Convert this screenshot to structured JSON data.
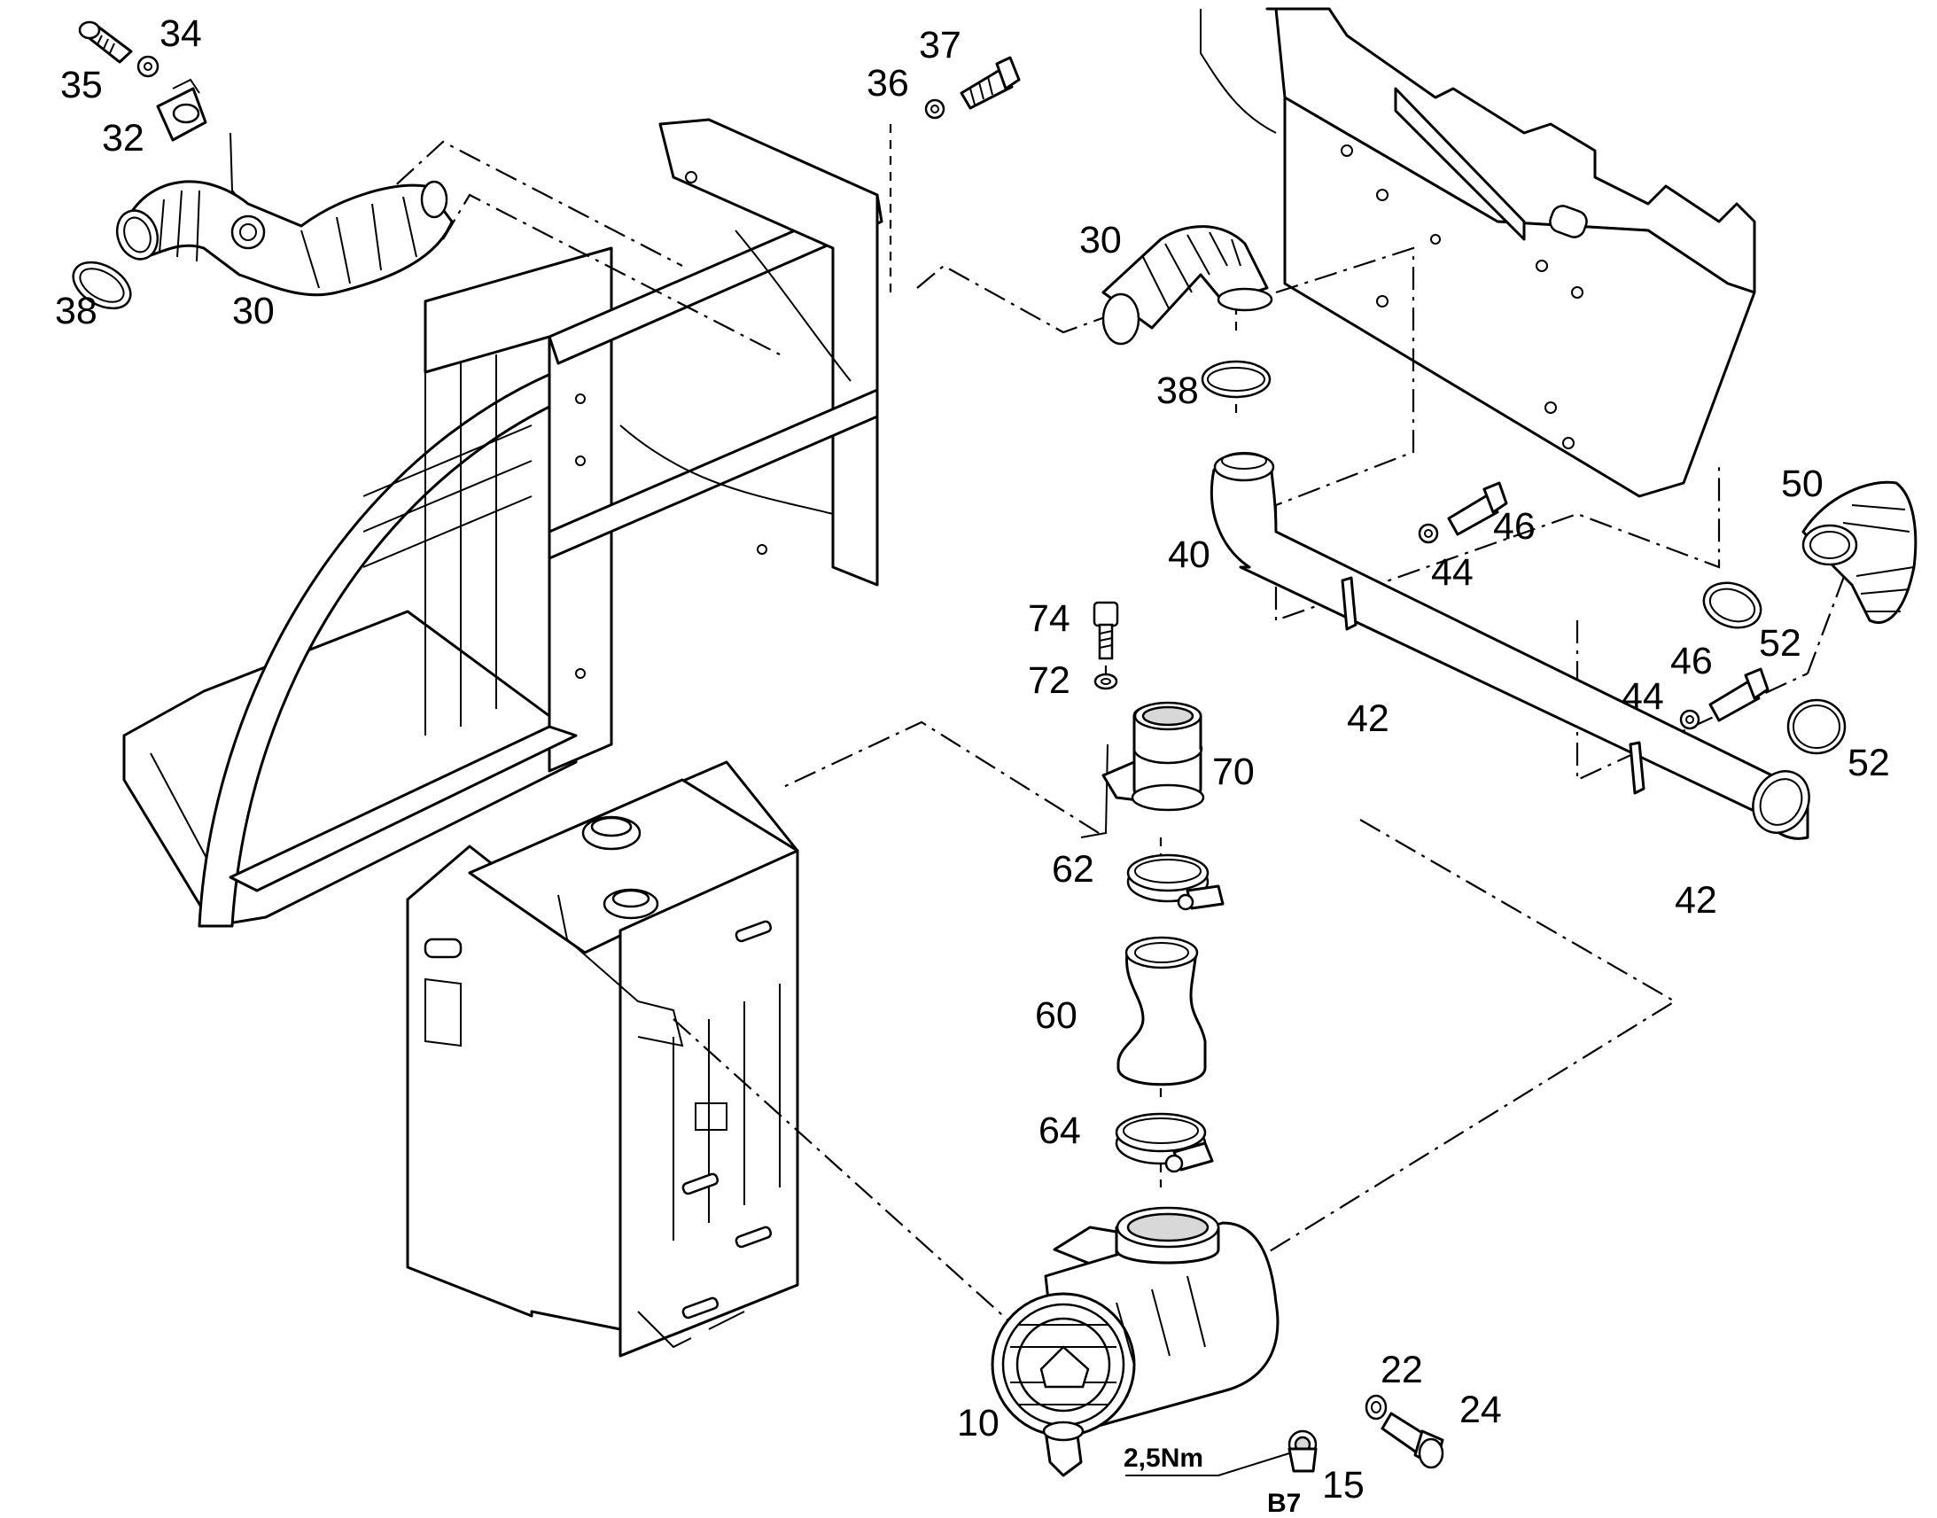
{
  "callouts": {
    "p10": "10",
    "p15": "15",
    "p22": "22",
    "p24": "24",
    "p30a": "30",
    "p30b": "30",
    "p32": "32",
    "p34": "34",
    "p35": "35",
    "p36": "36",
    "p37": "37",
    "p38a": "38",
    "p38b": "38",
    "p40": "40",
    "p42a": "42",
    "p42b": "42",
    "p44a": "44",
    "p44b": "44",
    "p46a": "46",
    "p46b": "46",
    "p50": "50",
    "p52a": "52",
    "p52b": "52",
    "p60": "60",
    "p62": "62",
    "p64": "64",
    "p70": "70",
    "p72": "72",
    "p74": "74"
  },
  "annotations": {
    "torque": "2,5Nm",
    "sensor_code": "B7"
  }
}
